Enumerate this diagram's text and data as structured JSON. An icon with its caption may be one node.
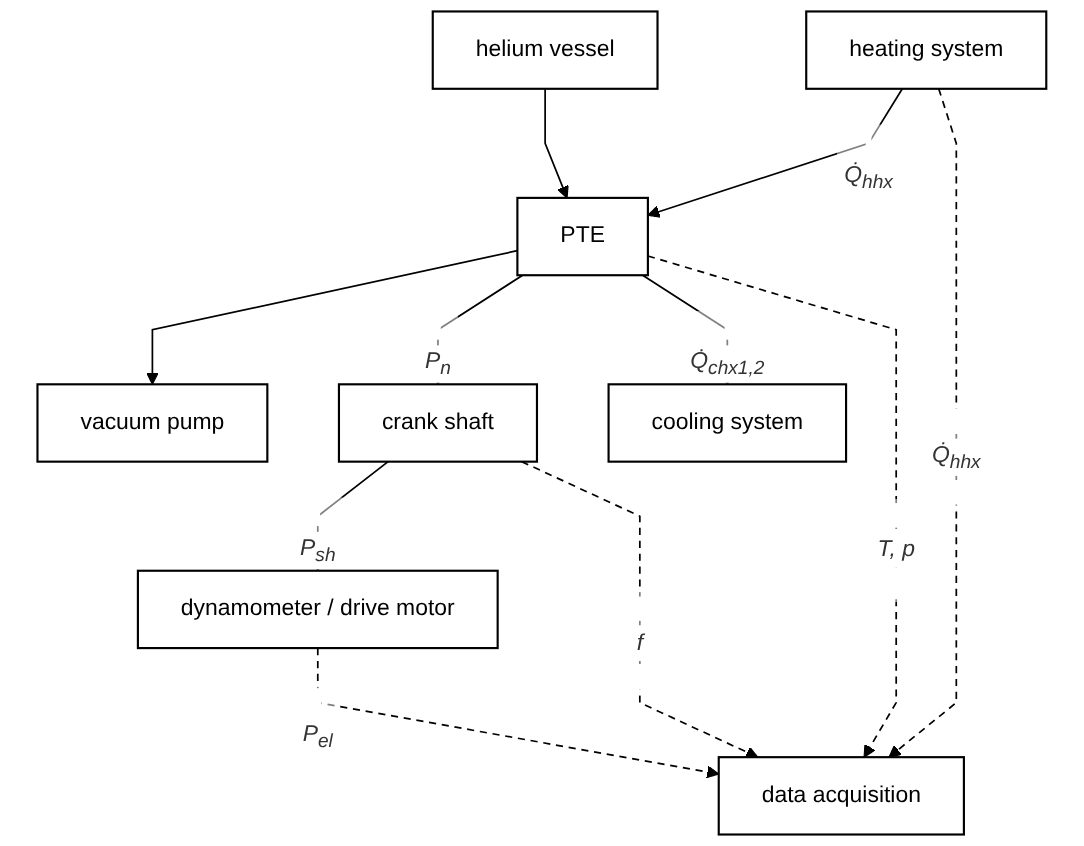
{
  "diagram": {
    "nodes": [
      {
        "text": [
          "vacuum pump"
        ]
      },
      {
        "text": [
          "helium vessel"
        ]
      },
      {
        "text": [
          "dynamometer / drive motor"
        ]
      },
      {
        "text": [
          "PTE"
        ]
      },
      {
        "text": [
          "crank shaft"
        ]
      },
      {
        "text": [
          "cooling system"
        ]
      },
      {
        "text": [
          "heating system"
        ]
      },
      {
        "text": [
          "data acquisition"
        ]
      }
    ],
    "edges": [
      {
        "from": 3,
        "to": 0,
        "arrow": "to"
      },
      {
        "from": 1,
        "to": 3,
        "arrow": "to"
      },
      {
        "from": 3,
        "to": 4,
        "arrow": "to",
        "label": "P$_{n}$"
      },
      {
        "from": 4,
        "to": 2,
        "arrow": "to",
        "label": "P$_{sh}$"
      },
      {
        "from": 2,
        "to": 7,
        "arrow": "to",
        "label": "P$_{el}$",
        "style": "dashed"
      },
      {
        "from": 3,
        "to": 5,
        "arrow": "to",
        "label": "Q̇$_{chx}$$_{1,2}$"
      },
      {
        "from": 6,
        "to": 3,
        "arrow": "to",
        "label": "Q̇$_{hhx}$"
      },
      {
        "from": 3,
        "to": 7,
        "arrow": "to",
        "label": "T, p",
        "style": "dashed"
      },
      {
        "from": 4,
        "to": 7,
        "arrow": "to",
        "label": "f",
        "style": "dashed"
      },
      {
        "from": 6,
        "to": 7,
        "arrow": "to",
        "label": "Q̇$_{hhx}$",
        "style": "dashed"
      }
    ]
  }
}
